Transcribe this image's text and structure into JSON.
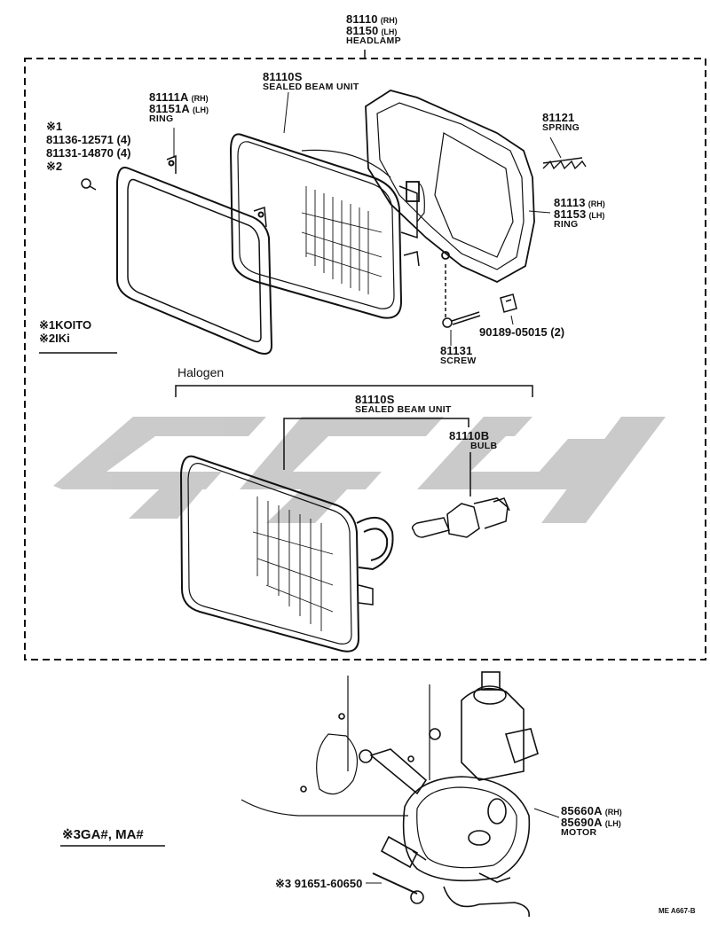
{
  "headlamp": {
    "part_rh": "81110",
    "suffix_rh": "(RH)",
    "part_lh": "81150",
    "suffix_lh": "(LH)",
    "name": "HEADLAMP"
  },
  "sealed_beam_top": {
    "part": "81110S",
    "name": "SEALED BEAM UNIT"
  },
  "ring_front": {
    "part_rh": "81111A",
    "suffix_rh": "(RH)",
    "part_lh": "81151A",
    "suffix_lh": "(LH)",
    "name": "RING"
  },
  "screw_notes": {
    "mark1": "※1",
    "line1": "81136-12571 (4)",
    "line2": "81131-14870 (4)",
    "mark2": "※2"
  },
  "spring": {
    "part": "81121",
    "name": "SPRING"
  },
  "ring_rear": {
    "part_rh": "81113",
    "suffix_rh": "(RH)",
    "part_lh": "81153",
    "suffix_lh": "(LH)",
    "name": "RING"
  },
  "nut": {
    "part": "90189-05015 (2)"
  },
  "screw": {
    "part": "81131",
    "name": "SCREW"
  },
  "legend": {
    "koito": "※1KOITO",
    "iki": "※2IKi"
  },
  "halogen": {
    "title": "Halogen"
  },
  "sealed_beam_halogen": {
    "part": "81110S",
    "name": "SEALED BEAM UNIT"
  },
  "bulb": {
    "part": "81110B",
    "name": "BULB"
  },
  "motor": {
    "part_rh": "85660A",
    "suffix_rh": "(RH)",
    "part_lh": "85690A",
    "suffix_lh": "(LH)",
    "name": "MOTOR"
  },
  "bolt": {
    "part": "※3 91651-60650"
  },
  "note3": {
    "text": "※3GA#, MA#"
  },
  "code": {
    "text": "ME A667-B"
  },
  "watermark": {
    "description_icon": "watermark-logo",
    "color": "#c9c9c9"
  }
}
